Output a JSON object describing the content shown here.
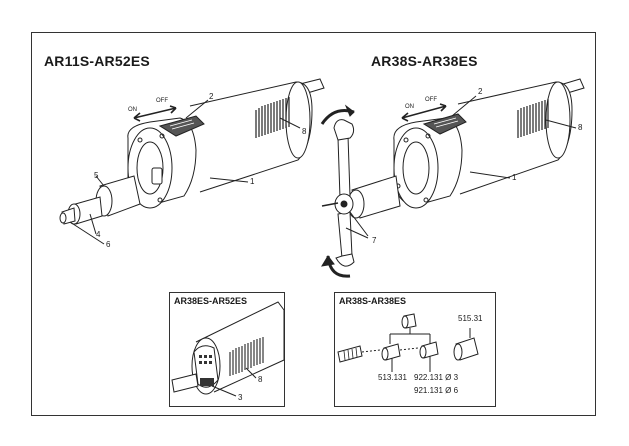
{
  "titles": {
    "left": "AR11S-AR52ES",
    "right": "AR38S-AR38ES"
  },
  "left_tool": {
    "switch_on": "ON",
    "switch_off": "OFF",
    "callouts": [
      "2",
      "8",
      "1",
      "5",
      "4",
      "6"
    ]
  },
  "right_tool": {
    "switch_on": "ON",
    "switch_off": "OFF",
    "callouts": [
      "2",
      "8",
      "1",
      "7"
    ]
  },
  "inset_left": {
    "title": "AR38ES-AR52ES",
    "callouts": [
      "8",
      "3"
    ]
  },
  "inset_right": {
    "title": "AR38S-AR38ES",
    "parts": [
      "515.31",
      "513.131",
      "922.131 Ø 3",
      "921.131 Ø 6"
    ]
  }
}
